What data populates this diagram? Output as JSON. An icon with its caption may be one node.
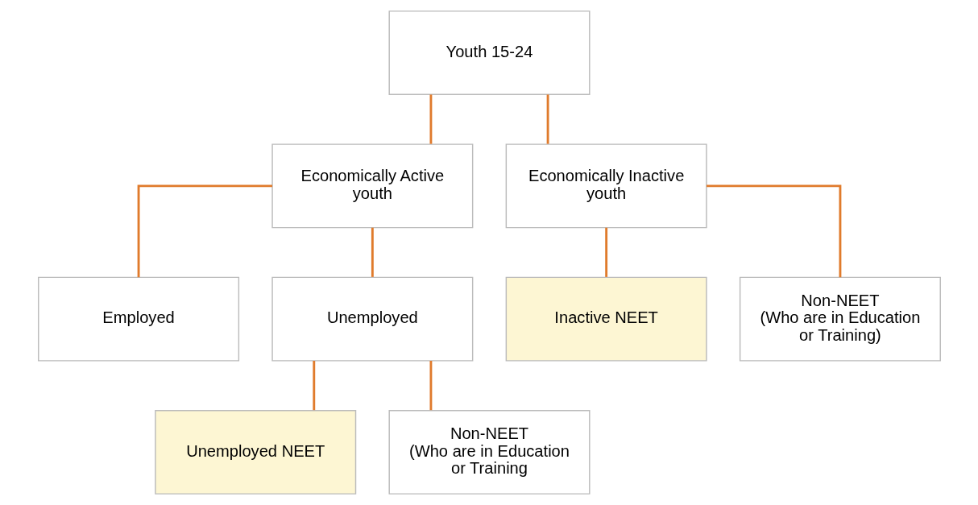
{
  "diagram": {
    "nodes": [
      {
        "text": [
          "Youth 15-24"
        ]
      },
      {
        "text": [
          "Economically Active youth"
        ]
      },
      {
        "text": [
          "Economically Inactive youth"
        ]
      },
      {
        "text": [
          "Employed"
        ]
      },
      {
        "text": [
          "Unemployed"
        ]
      },
      {
        "text": [
          "Inactive NEET"
        ]
      },
      {
        "text": [
          "Non-NEET",
          "(Who are in Education or Training)"
        ]
      },
      {
        "text": [
          "Unemployed NEET"
        ]
      },
      {
        "text": [
          "Non-NEET",
          "(Who are in Education or Training"
        ]
      }
    ],
    "edges": [
      {
        "from": 0,
        "to": 1,
        "arrow": "none"
      },
      {
        "from": 0,
        "to": 2,
        "arrow": "none"
      },
      {
        "from": 1,
        "to": 3,
        "arrow": "none"
      },
      {
        "from": 1,
        "to": 4,
        "arrow": "none"
      },
      {
        "from": 2,
        "to": 5,
        "arrow": "none"
      },
      {
        "from": 2,
        "to": 6,
        "arrow": "none"
      },
      {
        "from": 4,
        "to": 7,
        "arrow": "none"
      },
      {
        "from": 4,
        "to": 8,
        "arrow": "none"
      }
    ]
  }
}
